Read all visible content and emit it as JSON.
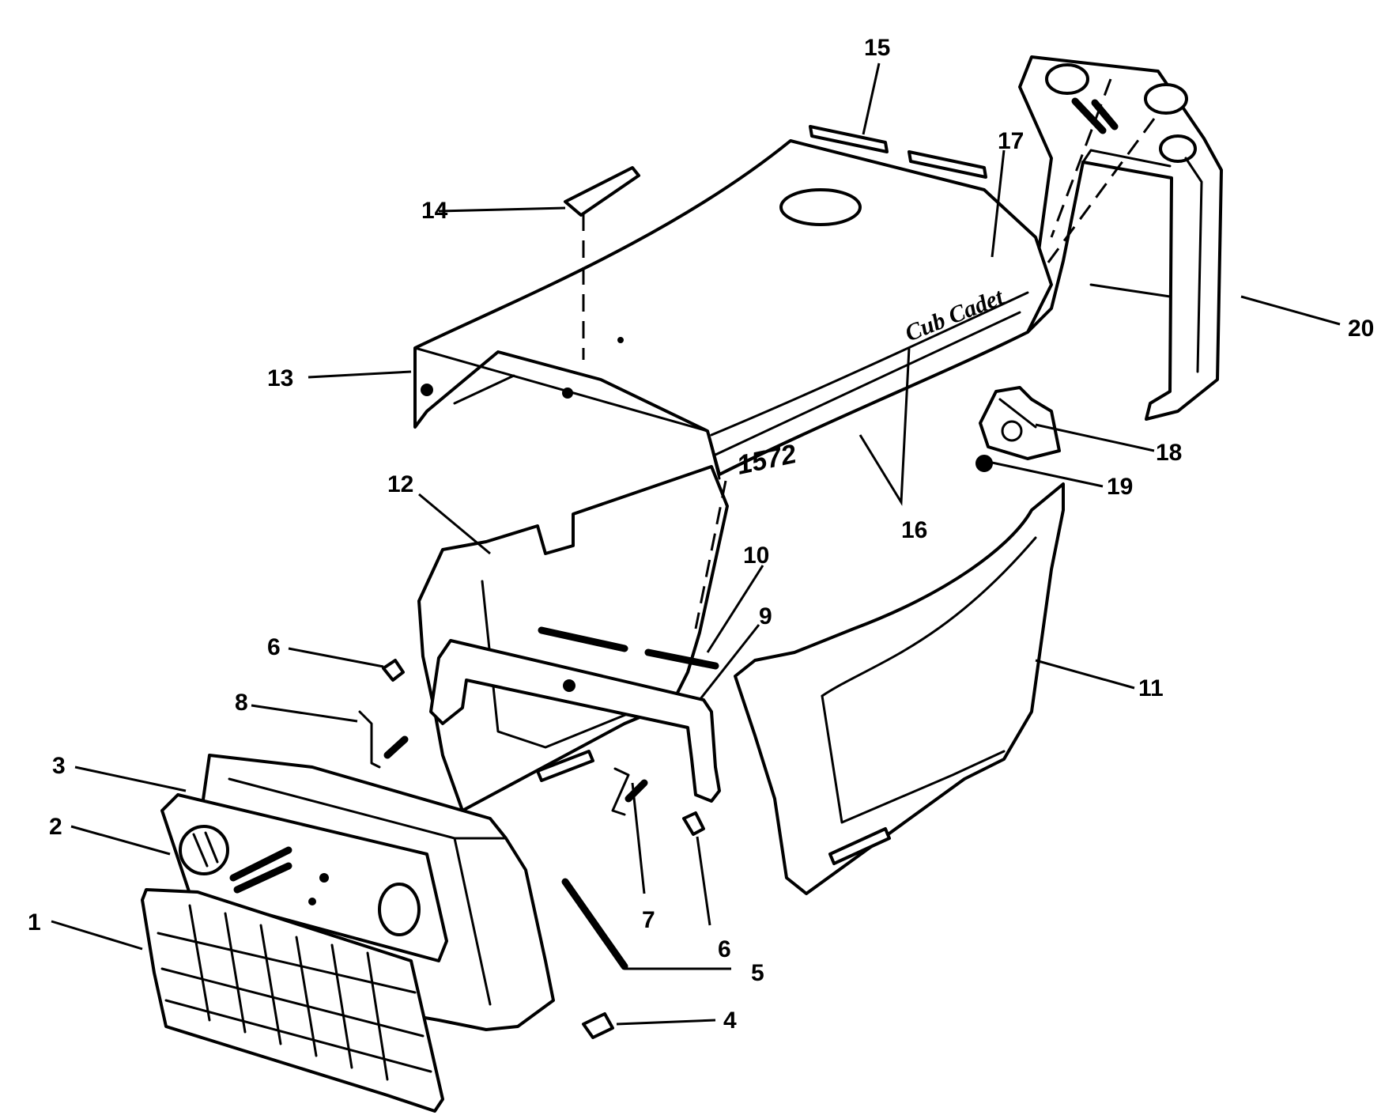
{
  "callouts": {
    "c1": "1",
    "c2": "2",
    "c3": "3",
    "c4": "4",
    "c5": "5",
    "c6a": "6",
    "c6b": "6",
    "c7": "7",
    "c8": "8",
    "c9": "9",
    "c10": "10",
    "c11": "11",
    "c12": "12",
    "c13": "13",
    "c14": "14",
    "c15": "15",
    "c16": "16",
    "c17": "17",
    "c18": "18",
    "c19": "19",
    "c20": "20"
  },
  "decals": {
    "model_number": "1572",
    "brand_script": "Cub Cadet"
  },
  "colors": {
    "line": "#000000",
    "background": "#ffffff"
  }
}
